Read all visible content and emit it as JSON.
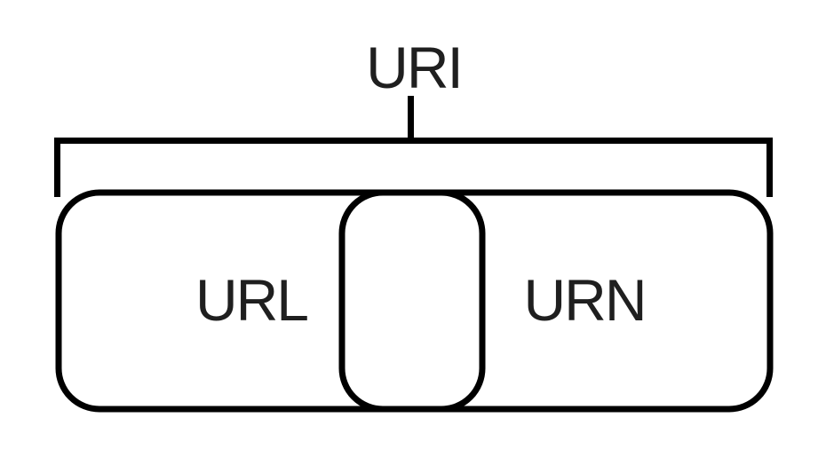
{
  "diagram": {
    "title": "URI",
    "sets": [
      {
        "label": "URL"
      },
      {
        "label": "URN"
      }
    ],
    "colors": {
      "line": "#000000",
      "text": "#1f1f1f",
      "background": "#ffffff"
    }
  }
}
